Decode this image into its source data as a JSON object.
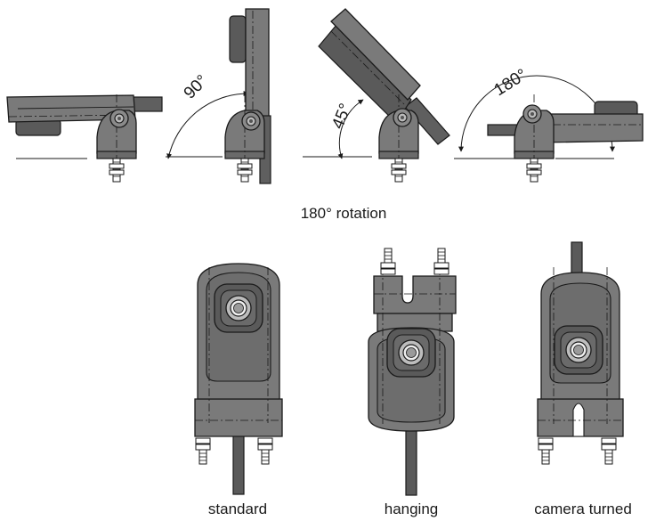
{
  "colors": {
    "housing": "#7a7a7a",
    "housing_dark": "#5a5a5a",
    "panel": "#656565",
    "lens_ring": "#bdbdbd",
    "line": "#1a1a1a"
  },
  "top_section": {
    "caption": "180° rotation",
    "angles": [
      {
        "label": "90°"
      },
      {
        "label": "45°"
      },
      {
        "label": "180°"
      }
    ]
  },
  "bottom_section": {
    "views": [
      {
        "label": "standard"
      },
      {
        "label": "hanging"
      },
      {
        "label": "camera turned"
      }
    ]
  }
}
